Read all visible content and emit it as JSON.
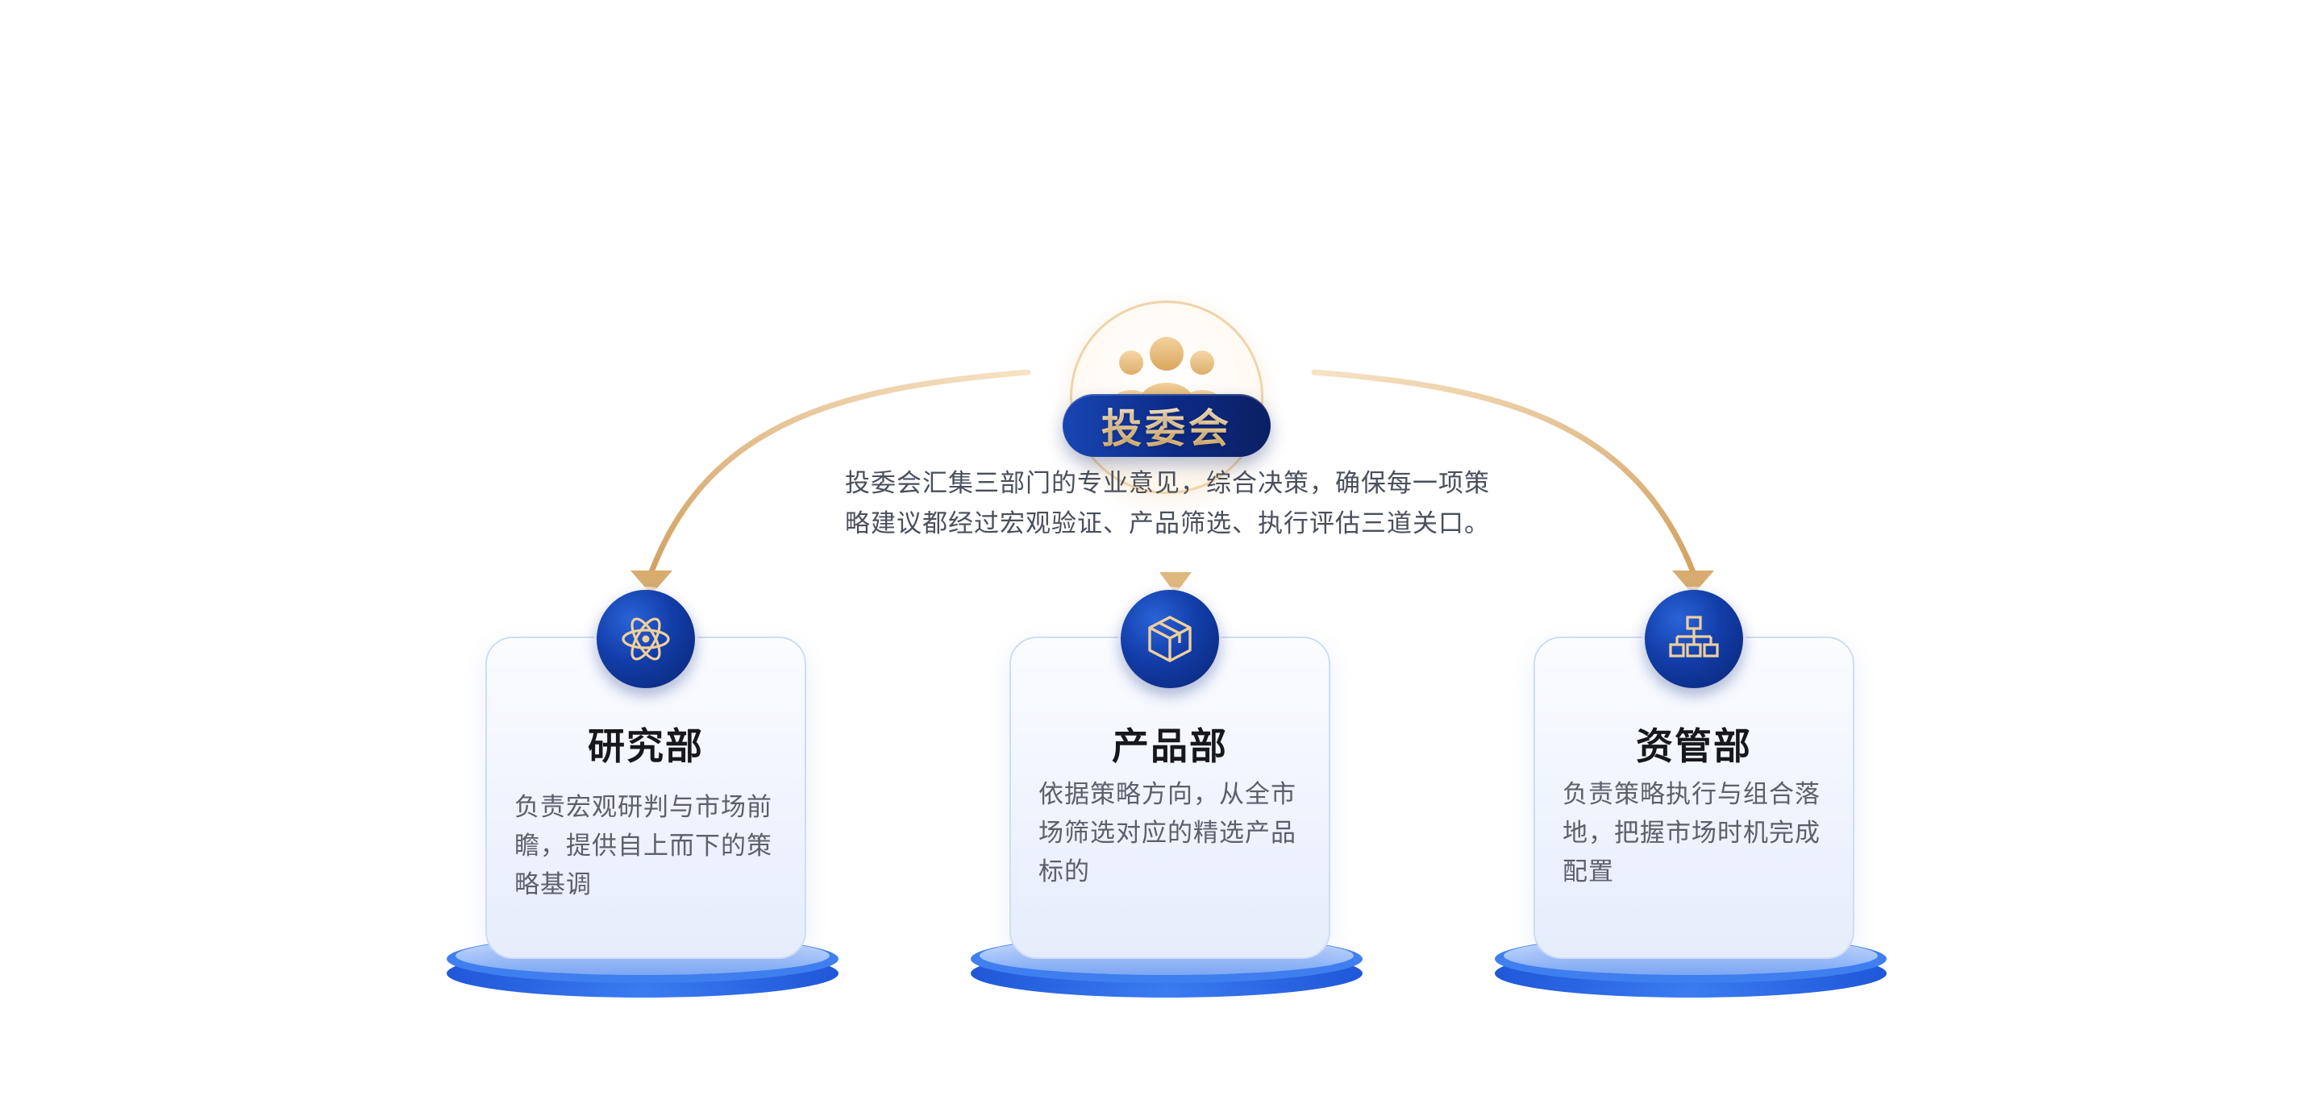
{
  "committee": {
    "title": "投委会",
    "description_lines": [
      "投委会汇集三部门的专业意见，综合决策，确保每一项策",
      "略建议都经过宏观验证、产品筛选、执行评估三道关口。"
    ],
    "icon": "people-group-icon"
  },
  "departments": [
    {
      "title": "研究部",
      "icon": "atom-icon",
      "description_lines": [
        "负责宏观研判与市场前",
        "瞻，提供自上而下的策",
        "略基调"
      ]
    },
    {
      "title": "产品部",
      "icon": "cube-icon",
      "description_lines": [
        "依据策略方向，从全市",
        "场筛选对应的精选产品",
        "标的"
      ]
    },
    {
      "title": "资管部",
      "icon": "org-chart-icon",
      "description_lines": [
        "负责策略执行与组合落",
        "地，把握市场时机完成",
        "配置"
      ]
    }
  ],
  "colors": {
    "gold_arrow": "#d7ac6e",
    "navy": "#0b1f63",
    "blue": "#1946b4",
    "platform_blue": "#2f6ee6",
    "icon_line_gold": "#efcf9d"
  }
}
